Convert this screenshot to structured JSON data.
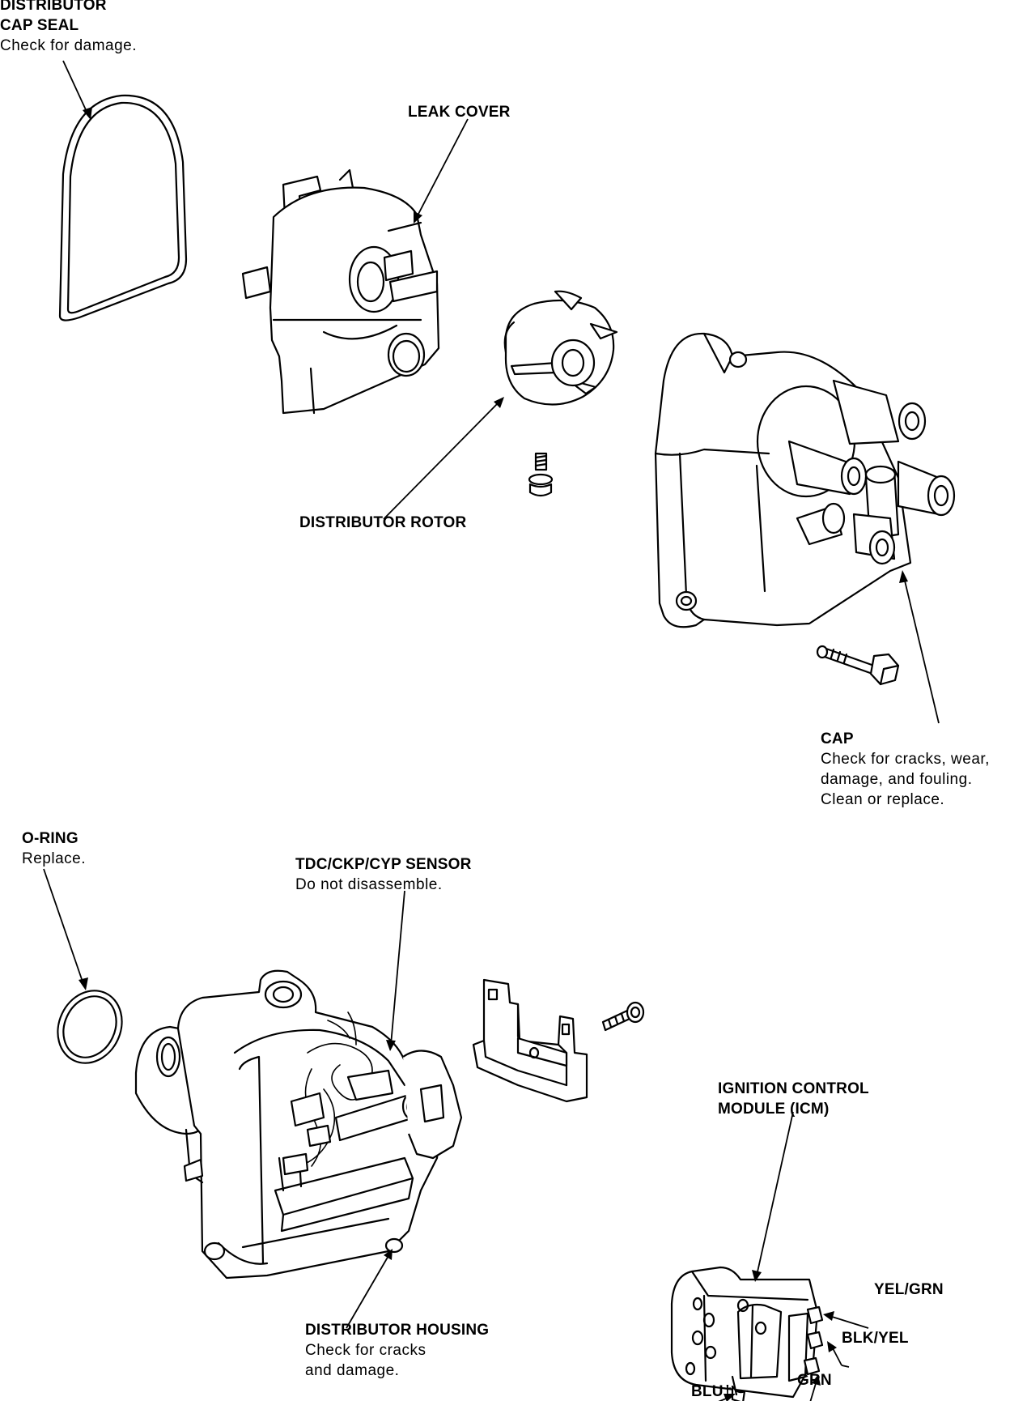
{
  "labels": {
    "cap_seal": {
      "title": [
        "DISTRIBUTOR",
        "CAP SEAL"
      ],
      "note": [
        "Check for damage."
      ]
    },
    "leak_cover": {
      "title": [
        "LEAK COVER"
      ],
      "note": []
    },
    "rotor": {
      "title": [
        "DISTRIBUTOR ROTOR"
      ],
      "note": []
    },
    "cap": {
      "title": [
        "CAP"
      ],
      "note": [
        "Check for cracks, wear,",
        "damage, and fouling.",
        "Clean or replace."
      ]
    },
    "o_ring": {
      "title": [
        "O-RING"
      ],
      "note": [
        "Replace."
      ]
    },
    "sensor": {
      "title": [
        "TDC/CKP/CYP SENSOR"
      ],
      "note": [
        "Do not disassemble."
      ]
    },
    "icm": {
      "title": [
        "IGNITION CONTROL",
        "MODULE (ICM)"
      ],
      "note": []
    },
    "housing": {
      "title": [
        "DISTRIBUTOR HOUSING"
      ],
      "note": [
        "Check for cracks",
        "and damage."
      ]
    },
    "wire_yel_grn": {
      "title": [
        "YEL/GRN"
      ],
      "note": []
    },
    "wire_blk_yel": {
      "title": [
        "BLK/YEL"
      ],
      "note": []
    },
    "wire_grn": {
      "title": [
        "GRN"
      ],
      "note": []
    },
    "wire_blu": {
      "title": [
        "BLU†"
      ],
      "note": []
    }
  }
}
